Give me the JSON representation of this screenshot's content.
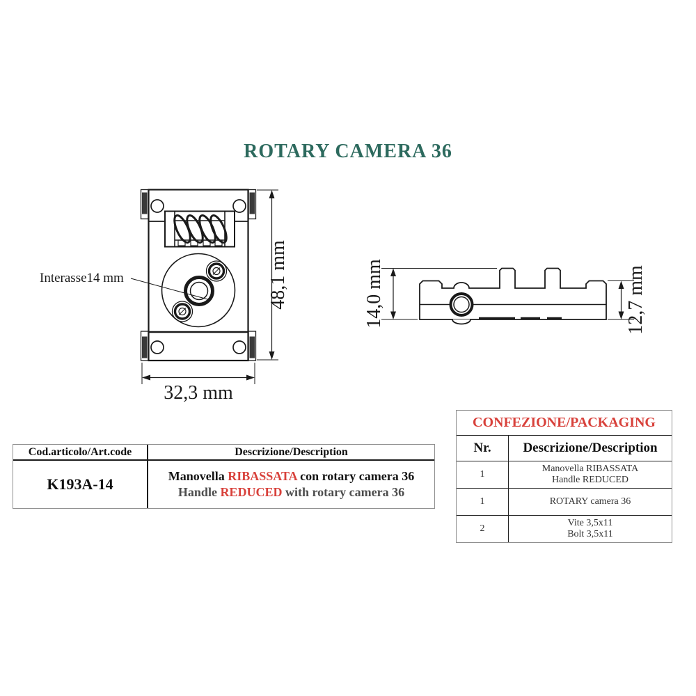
{
  "page": {
    "title": "ROTARY CAMERA 36"
  },
  "front_view": {
    "interasse_label": "Interasse14 mm",
    "height_dim": "48,1 mm",
    "width_dim": "32,3 mm"
  },
  "side_view": {
    "height_dim_left": "14,0 mm",
    "height_dim_right": "12,7 mm"
  },
  "article_table": {
    "header_code": "Cod.articolo/Art.code",
    "header_desc": "Descrizione/Description",
    "code": "K193A-14",
    "desc_it_pre": "Manovella ",
    "desc_it_red": "RIBASSATA",
    "desc_it_post": " con rotary camera 36",
    "desc_en_pre": "Handle ",
    "desc_en_red": "REDUCED",
    "desc_en_post": " with rotary camera 36"
  },
  "packaging_table": {
    "title": "CONFEZIONE/PACKAGING",
    "header_nr": "Nr.",
    "header_desc": "Descrizione/Description",
    "rows": [
      {
        "nr": "1",
        "line1": "Manovella RIBASSATA",
        "line2": "Handle REDUCED"
      },
      {
        "nr": "1",
        "line1": "ROTARY camera 36",
        "line2": ""
      },
      {
        "nr": "2",
        "line1": "Vite 3,5x11",
        "line2": "Bolt 3,5x11"
      }
    ]
  },
  "colors": {
    "title_green": "#2d6a5e",
    "accent_red": "#d8413b"
  }
}
